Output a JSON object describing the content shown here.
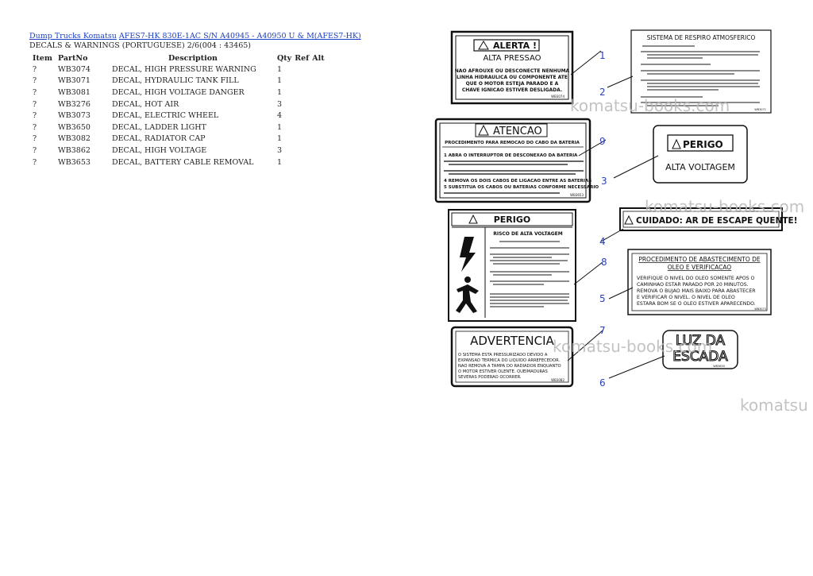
{
  "breadcrumb": {
    "link1": "Dump Trucks Komatsu",
    "link2": "AFES7-HK 830E-1AC S/N A40945 - A40950 U & M(AFES7-HK)"
  },
  "subtitle": "DECALS & WARNINGS (PORTUGUESE) 2/6(004 : 43465)",
  "table": {
    "headers": {
      "item": "Item",
      "partno": "PartNo",
      "description": "Description",
      "qty": "Qty",
      "ref": "Ref",
      "alt": "Alt"
    },
    "rows": [
      {
        "item": "?",
        "partno": "WB3074",
        "description": "DECAL, HIGH PRESSURE WARNING",
        "qty": "1"
      },
      {
        "item": "?",
        "partno": "WB3071",
        "description": "DECAL, HYDRAULIC TANK FILL",
        "qty": "1"
      },
      {
        "item": "?",
        "partno": "WB3081",
        "description": "DECAL, HIGH VOLTAGE DANGER",
        "qty": "1"
      },
      {
        "item": "?",
        "partno": "WB3276",
        "description": "DECAL, HOT AIR",
        "qty": "3"
      },
      {
        "item": "?",
        "partno": "WB3073",
        "description": "DECAL, ELECTRIC WHEEL",
        "qty": "4"
      },
      {
        "item": "?",
        "partno": "WB3650",
        "description": "DECAL, LADDER LIGHT",
        "qty": "1"
      },
      {
        "item": "?",
        "partno": "WB3082",
        "description": "DECAL, RADIATOR CAP",
        "qty": "1"
      },
      {
        "item": "?",
        "partno": "WB3862",
        "description": "DECAL, HIGH VOLTAGE",
        "qty": "3"
      },
      {
        "item": "?",
        "partno": "WB3653",
        "description": "DECAL, BATTERY CABLE REMOVAL",
        "qty": "1"
      }
    ]
  },
  "decals": {
    "alerta": {
      "title": "ALERTA !",
      "sub": "ALTA PRESSAO",
      "l1": "NAO AFROUXE OU DESCONECTE NENHUMA",
      "l2": "LINHA HIDRAULICA OU COMPONENTE ATE",
      "l3": "QUE O MOTOR ESTEJA PARADO E A",
      "l4": "CHAVE IGNICAO ESTIVER DESLIGADA.",
      "code": "WB3074"
    },
    "respiro": {
      "title": "SISTEMA DE RESPIRO ATMOSFERICO",
      "code": "WB3071"
    },
    "atencao": {
      "title": "ATENCAO",
      "sub": "PROCEDIMENTO PARA REMOCAO DO CABO DA BATERIA",
      "l1": "1 ABRA O INTERRUPTOR DE DESCONEXAO DA BATERIA",
      "l4": "4 REMOVA OS DOIS CABOS DE LIGACAO ENTRE AS BATERIAS",
      "l5": "5 SUBSTITUA OS CABOS OU BATERIAS CONFORME NECESSARIO",
      "code": "WB3653"
    },
    "perigo_alta": {
      "title": "PERIGO",
      "sub": "ALTA VOLTAGEM"
    },
    "cuidado": {
      "text": "CUIDADO: AR DE ESCAPE QUENTE!"
    },
    "perigo_box": {
      "title": "PERIGO",
      "sub": "RISCO DE ALTA VOLTAGEM"
    },
    "oleo": {
      "t1": "PROCEDIMENTO DE ABASTECIMENTO DE",
      "t2": "OLEO E VERIFICACAO",
      "l1": "VERIFIQUE O NIVEL DO OLEO SOMENTE APOS O",
      "l2": "CAMINHAO ESTAR PARADO POR 20 MINUTOS.",
      "l3": "REMOVA O BUJAO MAIS BAIXO PARA ABASTECER",
      "l4": "E VERIFICAR O NIVEL.  O NIVEL DE OLEO",
      "l5": "ESTARA BOM SE O OLEO ESTIVER APARECENDO.",
      "code": "WB3073"
    },
    "advertencia": {
      "title": "ADVERTENCIA",
      "l1": "O SISTEMA ESTA PRESSURIZADO DEVIDO A",
      "l2": "EXPANSAO TERMICA DO LIQUIDO ARREFECEDOR.",
      "l3": "NAO REMOVA A TAMPA DO RADIADOR ENQUANTO",
      "l4": "O MOTOR ESTIVER OLENTE. QUEIMADURAS",
      "l5": "SEVERAS PODERAO OCORRER.",
      "code": "WB3082"
    },
    "luz": {
      "l1": "LUZ DA",
      "l2": "ESCADA",
      "code": "WB3650"
    }
  },
  "callouts": [
    "1",
    "2",
    "9",
    "3",
    "4",
    "8",
    "5",
    "7",
    "6"
  ],
  "watermark": "komatsu-books.com",
  "watermark_short": "komatsu"
}
